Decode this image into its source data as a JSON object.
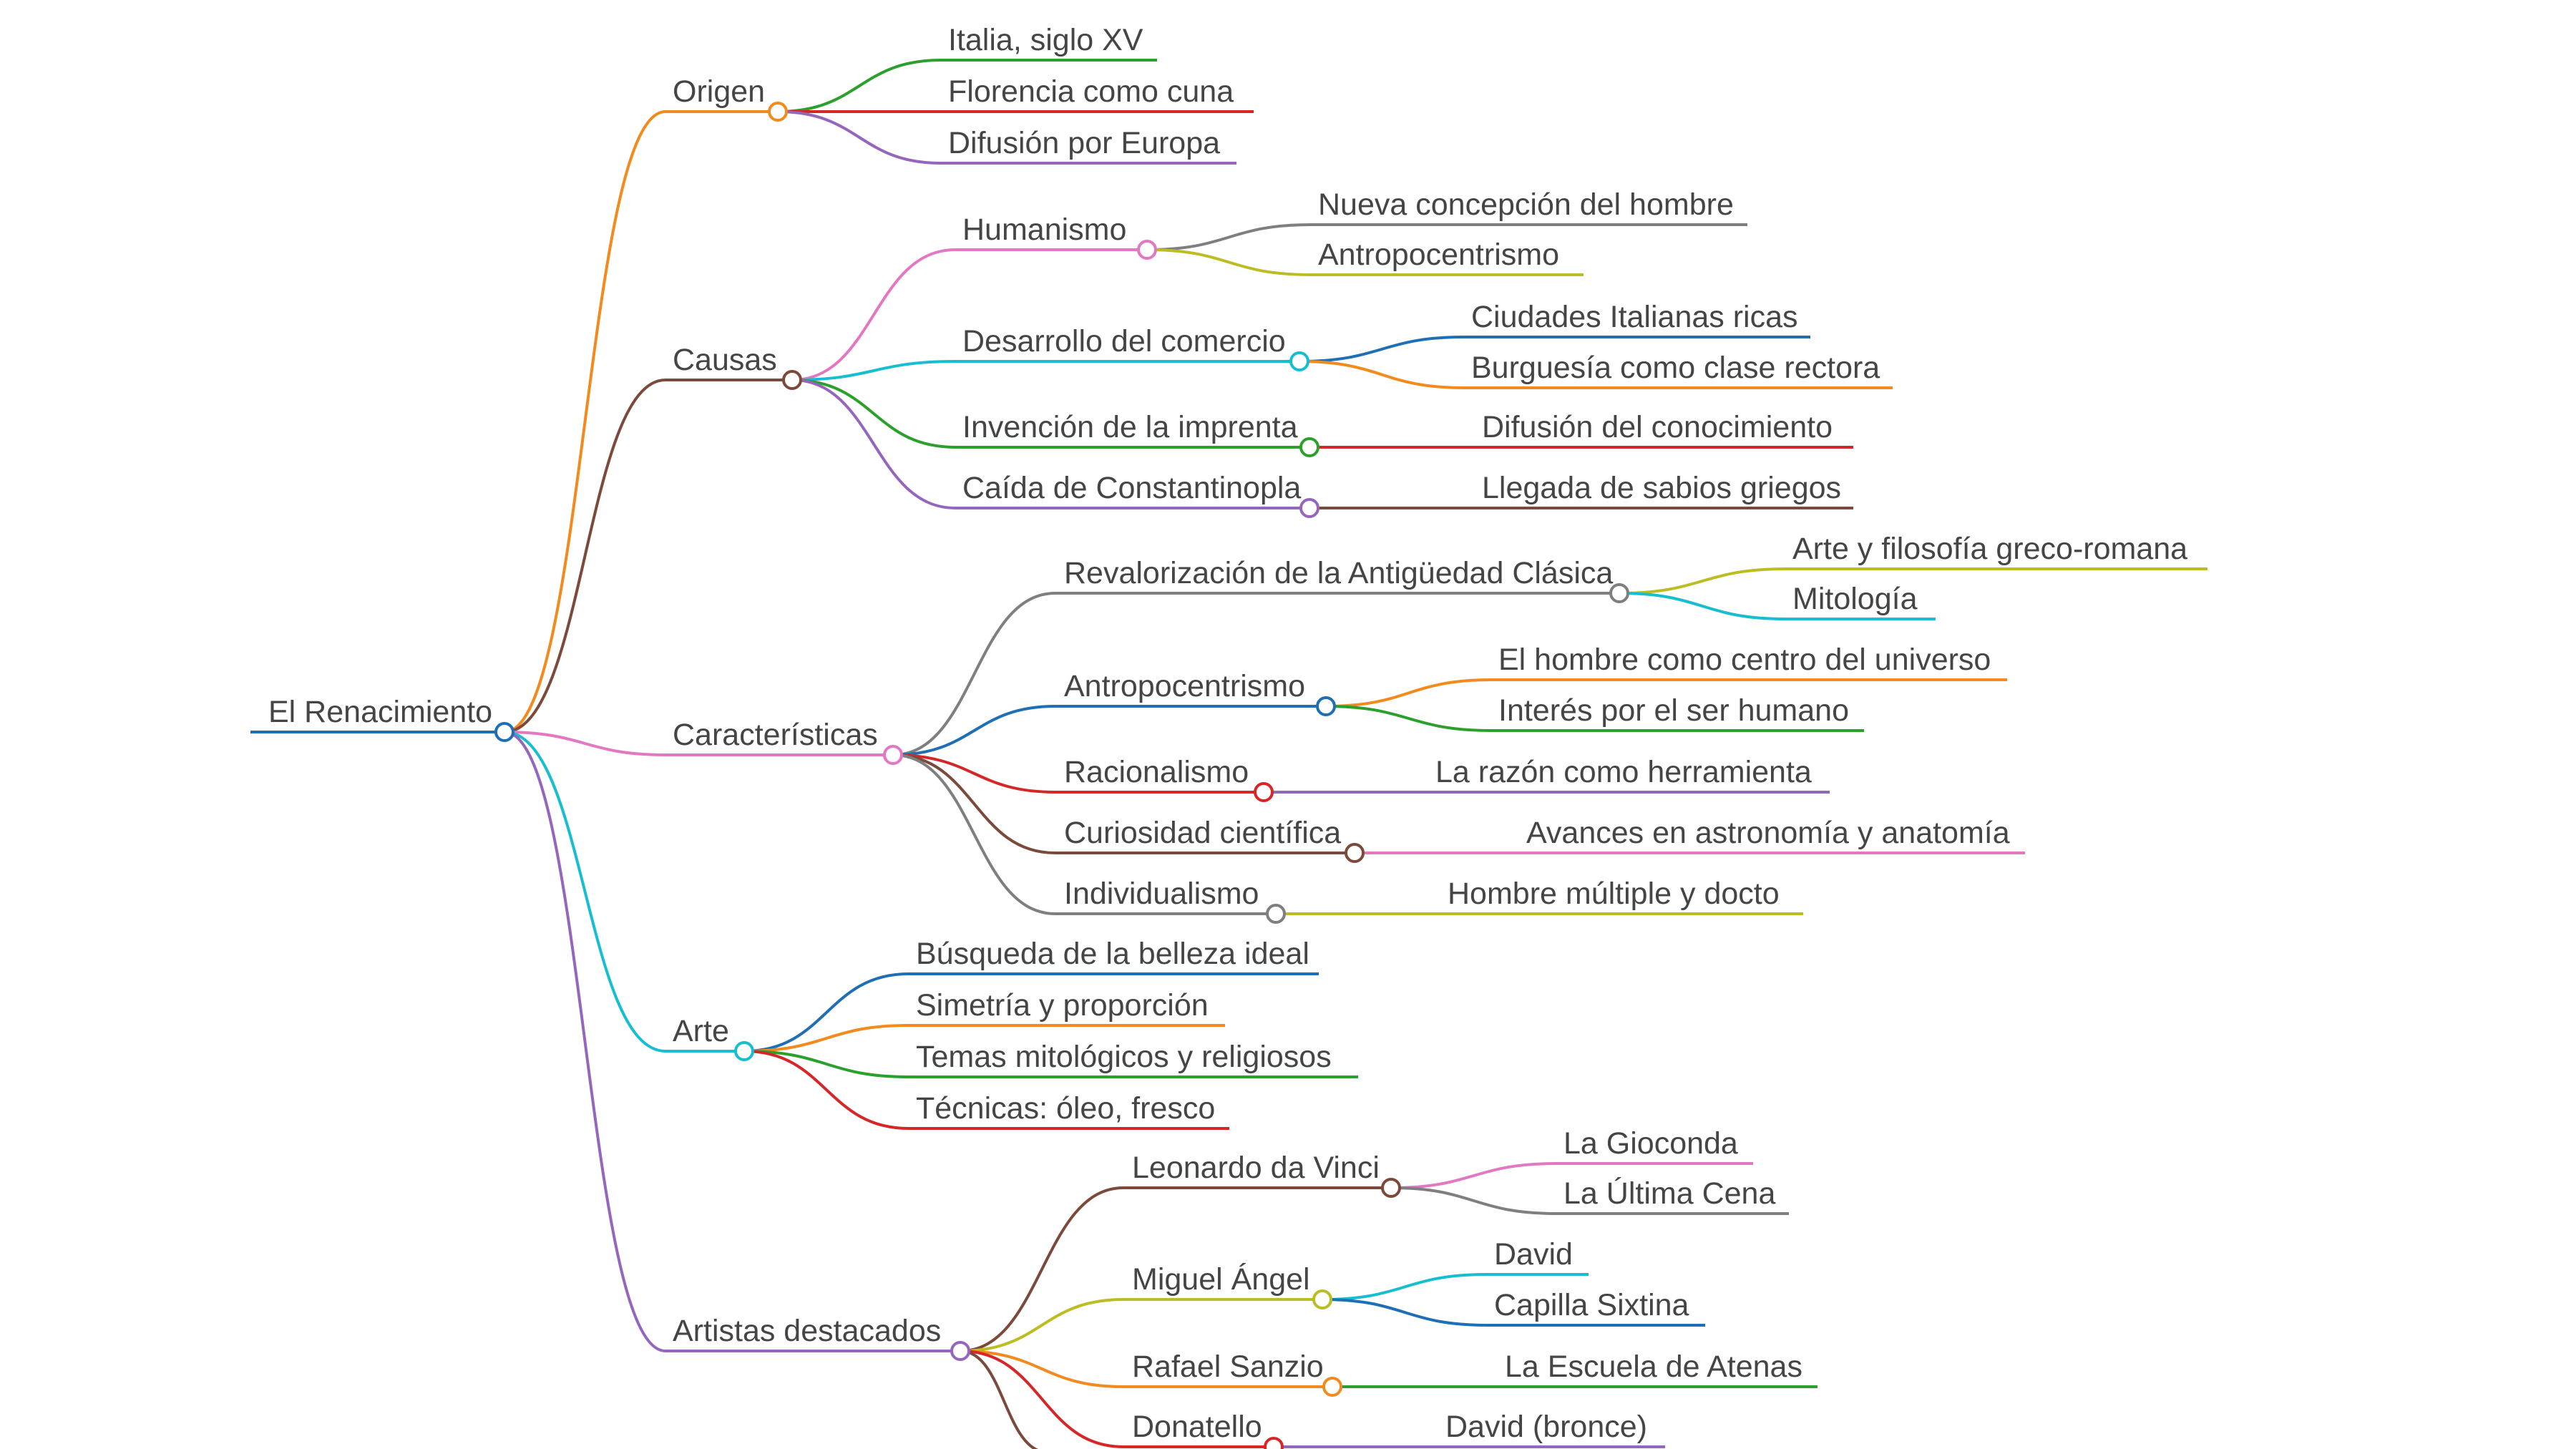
{
  "colors": {
    "blue": "#1f6fb4",
    "orange": "#f28a1d",
    "green": "#2ca02c",
    "red": "#d62728",
    "purple": "#9467bd",
    "brown": "#7b4a3a",
    "pink": "#e377c2",
    "cyan": "#17becf",
    "olive": "#bcbd22",
    "gray": "#7f7f7f"
  },
  "mindmap": {
    "label": "El Renacimiento",
    "color": "blue",
    "children": [
      {
        "label": "Origen",
        "color": "orange",
        "children": [
          {
            "label": "Italia, siglo XV",
            "color": "green"
          },
          {
            "label": "Florencia como cuna",
            "color": "red"
          },
          {
            "label": "Difusión por Europa",
            "color": "purple"
          }
        ]
      },
      {
        "label": "Causas",
        "color": "brown",
        "children": [
          {
            "label": "Humanismo",
            "color": "pink",
            "children": [
              {
                "label": "Nueva concepción del hombre",
                "color": "gray"
              },
              {
                "label": "Antropocentrismo",
                "color": "olive"
              }
            ]
          },
          {
            "label": "Desarrollo del comercio",
            "color": "cyan",
            "children": [
              {
                "label": "Ciudades Italianas ricas",
                "color": "blue"
              },
              {
                "label": "Burguesía como clase rectora",
                "color": "orange"
              }
            ]
          },
          {
            "label": "Invención de la imprenta",
            "color": "green",
            "children": [
              {
                "label": "Difusión del conocimiento",
                "color": "red"
              }
            ]
          },
          {
            "label": "Caída de Constantinopla",
            "color": "purple",
            "children": [
              {
                "label": "Llegada de sabios griegos",
                "color": "brown"
              }
            ]
          }
        ]
      },
      {
        "label": "Características",
        "color": "pink",
        "children": [
          {
            "label": "Revalorización de la Antigüedad Clásica",
            "color": "gray",
            "children": [
              {
                "label": "Arte y filosofía greco-romana",
                "color": "olive"
              },
              {
                "label": "Mitología",
                "color": "cyan"
              }
            ]
          },
          {
            "label": "Antropocentrismo",
            "color": "blue",
            "children": [
              {
                "label": "El hombre como centro del universo",
                "color": "orange"
              },
              {
                "label": "Interés por el ser humano",
                "color": "green"
              }
            ]
          },
          {
            "label": "Racionalismo",
            "color": "red",
            "children": [
              {
                "label": "La razón como herramienta",
                "color": "purple"
              }
            ]
          },
          {
            "label": "Curiosidad científica",
            "color": "brown",
            "children": [
              {
                "label": "Avances en astronomía y anatomía",
                "color": "pink"
              }
            ]
          },
          {
            "label": "Individualismo",
            "color": "gray",
            "children": [
              {
                "label": "Hombre múltiple y docto",
                "color": "olive"
              }
            ]
          }
        ]
      },
      {
        "label": "Arte",
        "color": "cyan",
        "children": [
          {
            "label": "Búsqueda de la belleza ideal",
            "color": "blue"
          },
          {
            "label": "Simetría y proporción",
            "color": "orange"
          },
          {
            "label": "Temas mitológicos y religiosos",
            "color": "green"
          },
          {
            "label": "Técnicas: óleo, fresco",
            "color": "red"
          }
        ]
      },
      {
        "label": "Artistas destacados",
        "color": "purple",
        "children": [
          {
            "label": "Leonardo da Vinci",
            "color": "brown",
            "children": [
              {
                "label": "La Gioconda",
                "color": "pink"
              },
              {
                "label": "La Última Cena",
                "color": "gray"
              }
            ]
          },
          {
            "label": "Miguel Ángel",
            "color": "olive",
            "children": [
              {
                "label": "David",
                "color": "cyan"
              },
              {
                "label": "Capilla Sixtina",
                "color": "blue"
              }
            ]
          },
          {
            "label": "Rafael Sanzio",
            "color": "orange",
            "children": [
              {
                "label": "La Escuela de Atenas",
                "color": "green"
              }
            ]
          },
          {
            "label": "Donatello",
            "color": "red",
            "children": [
              {
                "label": "David (bronce)",
                "color": "purple"
              }
            ]
          },
          {
            "label": "",
            "color": "brown"
          }
        ]
      }
    ]
  }
}
